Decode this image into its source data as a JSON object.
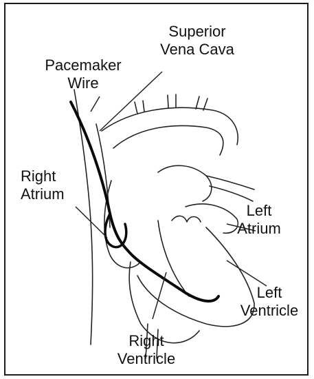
{
  "labels": {
    "superior_vena_cava": [
      "Superior",
      "Vena Cava"
    ],
    "pacemaker_wire": [
      "Pacemaker",
      "Wire"
    ],
    "right_atrium": [
      "Right",
      "Atrium"
    ],
    "left_atrium": [
      "Left",
      "Atrium"
    ],
    "left_ventricle": [
      "Left",
      "Ventricle"
    ],
    "right_ventricle": [
      "Right",
      "Ventricle"
    ]
  },
  "colors": {
    "ink": "#111111",
    "frame": "#1a1a1a",
    "background": "#ffffff"
  }
}
